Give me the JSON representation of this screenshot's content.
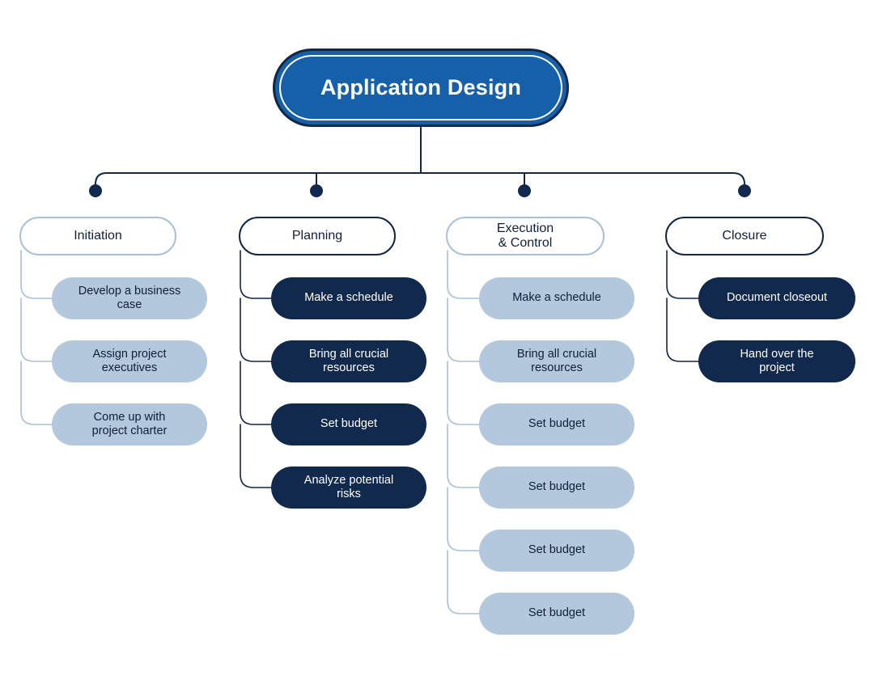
{
  "diagram": {
    "title": "Application Design",
    "root": {
      "label": "Application Design",
      "fill": "#1560a8",
      "border": "#122744",
      "text": "#ffffff"
    },
    "colors": {
      "light_fill": "#b3c7dd",
      "light_border": "#a8c0da",
      "dark_fill": "#11294d",
      "dark_border": "#122744",
      "connector_light": "#a8c0da",
      "connector_dark": "#122744",
      "dot": "#11294d",
      "background": "#ffffff"
    },
    "columns": [
      {
        "id": "initiation",
        "header": "Initiation",
        "theme": "light",
        "cards": [
          "Develop a business\ncase",
          "Assign project\nexecutives",
          "Come up with\nproject charter"
        ]
      },
      {
        "id": "planning",
        "header": "Planning",
        "theme": "dark",
        "cards": [
          "Make a schedule",
          "Bring all crucial\nresources",
          "Set budget",
          "Analyze potential\nrisks"
        ]
      },
      {
        "id": "execution-and-control",
        "header": "Execution\n& Control",
        "theme": "light",
        "cards": [
          "Make a schedule",
          "Bring all crucial\nresources",
          "Set budget",
          "Set budget",
          "Set budget",
          "Set budget"
        ]
      },
      {
        "id": "closure",
        "header": "Closure",
        "theme": "dark",
        "cards": [
          "Document closeout",
          "Hand over the\nproject"
        ]
      }
    ]
  }
}
